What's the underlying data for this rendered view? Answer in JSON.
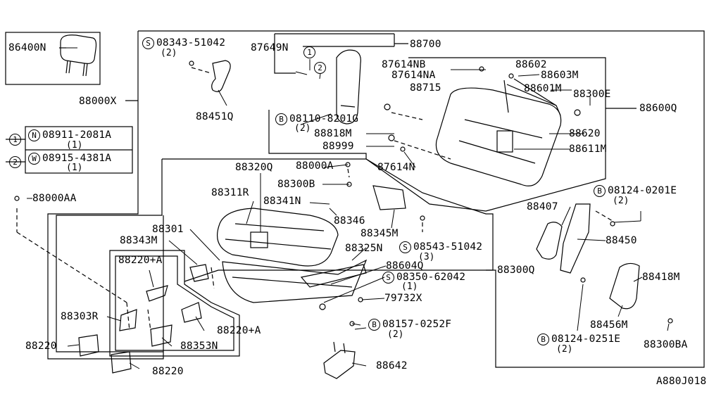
{
  "parts": {
    "p86400N": "86400N",
    "p88000X": "88000X",
    "p88000AA": "88000AA",
    "p87649N": "87649N",
    "p88700": "88700",
    "p88451Q": "88451Q",
    "p87614NB": "87614NB",
    "p87614NA": "87614NA",
    "p88715": "88715",
    "p88602": "88602",
    "p88603M": "88603M",
    "p88601M": "88601M",
    "p88300E": "88300E",
    "p88600Q": "88600Q",
    "p88818M": "88818M",
    "p88999": "88999",
    "p88620": "88620",
    "p88611M": "88611M",
    "p87614N": "87614N",
    "p88320Q": "88320Q",
    "p88000A": "88000A",
    "p88300B": "88300B",
    "p88311R": "88311R",
    "p88341N": "88341N",
    "p88346": "88346",
    "p88345M": "88345M",
    "p88407": "88407",
    "p88450": "88450",
    "p88301": "88301",
    "p88343M": "88343M",
    "p88325N": "88325N",
    "p88604Q": "88604Q",
    "p88300Q": "88300Q",
    "p88220A1": "88220+A",
    "p88220A2": "88220+A",
    "p88303R": "88303R",
    "p88353N": "88353N",
    "p88220a": "88220",
    "p88220b": "88220",
    "p79732X": "79732X",
    "p88642": "88642",
    "p88418M": "88418M",
    "p88456M": "88456M",
    "p88300BA": "88300BA"
  },
  "fasteners": {
    "s08343": {
      "symbol": "S",
      "code": "08343-51042",
      "qty": "(2)"
    },
    "b08110": {
      "symbol": "B",
      "code": "08110-8201G",
      "qty": "(2)"
    },
    "s08543": {
      "symbol": "S",
      "code": "08543-51042",
      "qty": "(3)"
    },
    "s08350": {
      "symbol": "S",
      "code": "08350-62042",
      "qty": "(1)"
    },
    "b08157": {
      "symbol": "B",
      "code": "08157-0252F",
      "qty": "(2)"
    },
    "b08124a": {
      "symbol": "B",
      "code": "08124-0201E",
      "qty": "(2)"
    },
    "b08124b": {
      "symbol": "B",
      "code": "08124-0251E",
      "qty": "(2)"
    }
  },
  "legend": {
    "row1": {
      "ref": "1",
      "symbol": "N",
      "code": "08911-2081A",
      "qty": "(1)"
    },
    "row2": {
      "ref": "2",
      "symbol": "W",
      "code": "08915-4381A",
      "qty": "(1)"
    }
  },
  "callouts": {
    "c1": "1",
    "c2": "2"
  },
  "drawing_no": "A880J018"
}
